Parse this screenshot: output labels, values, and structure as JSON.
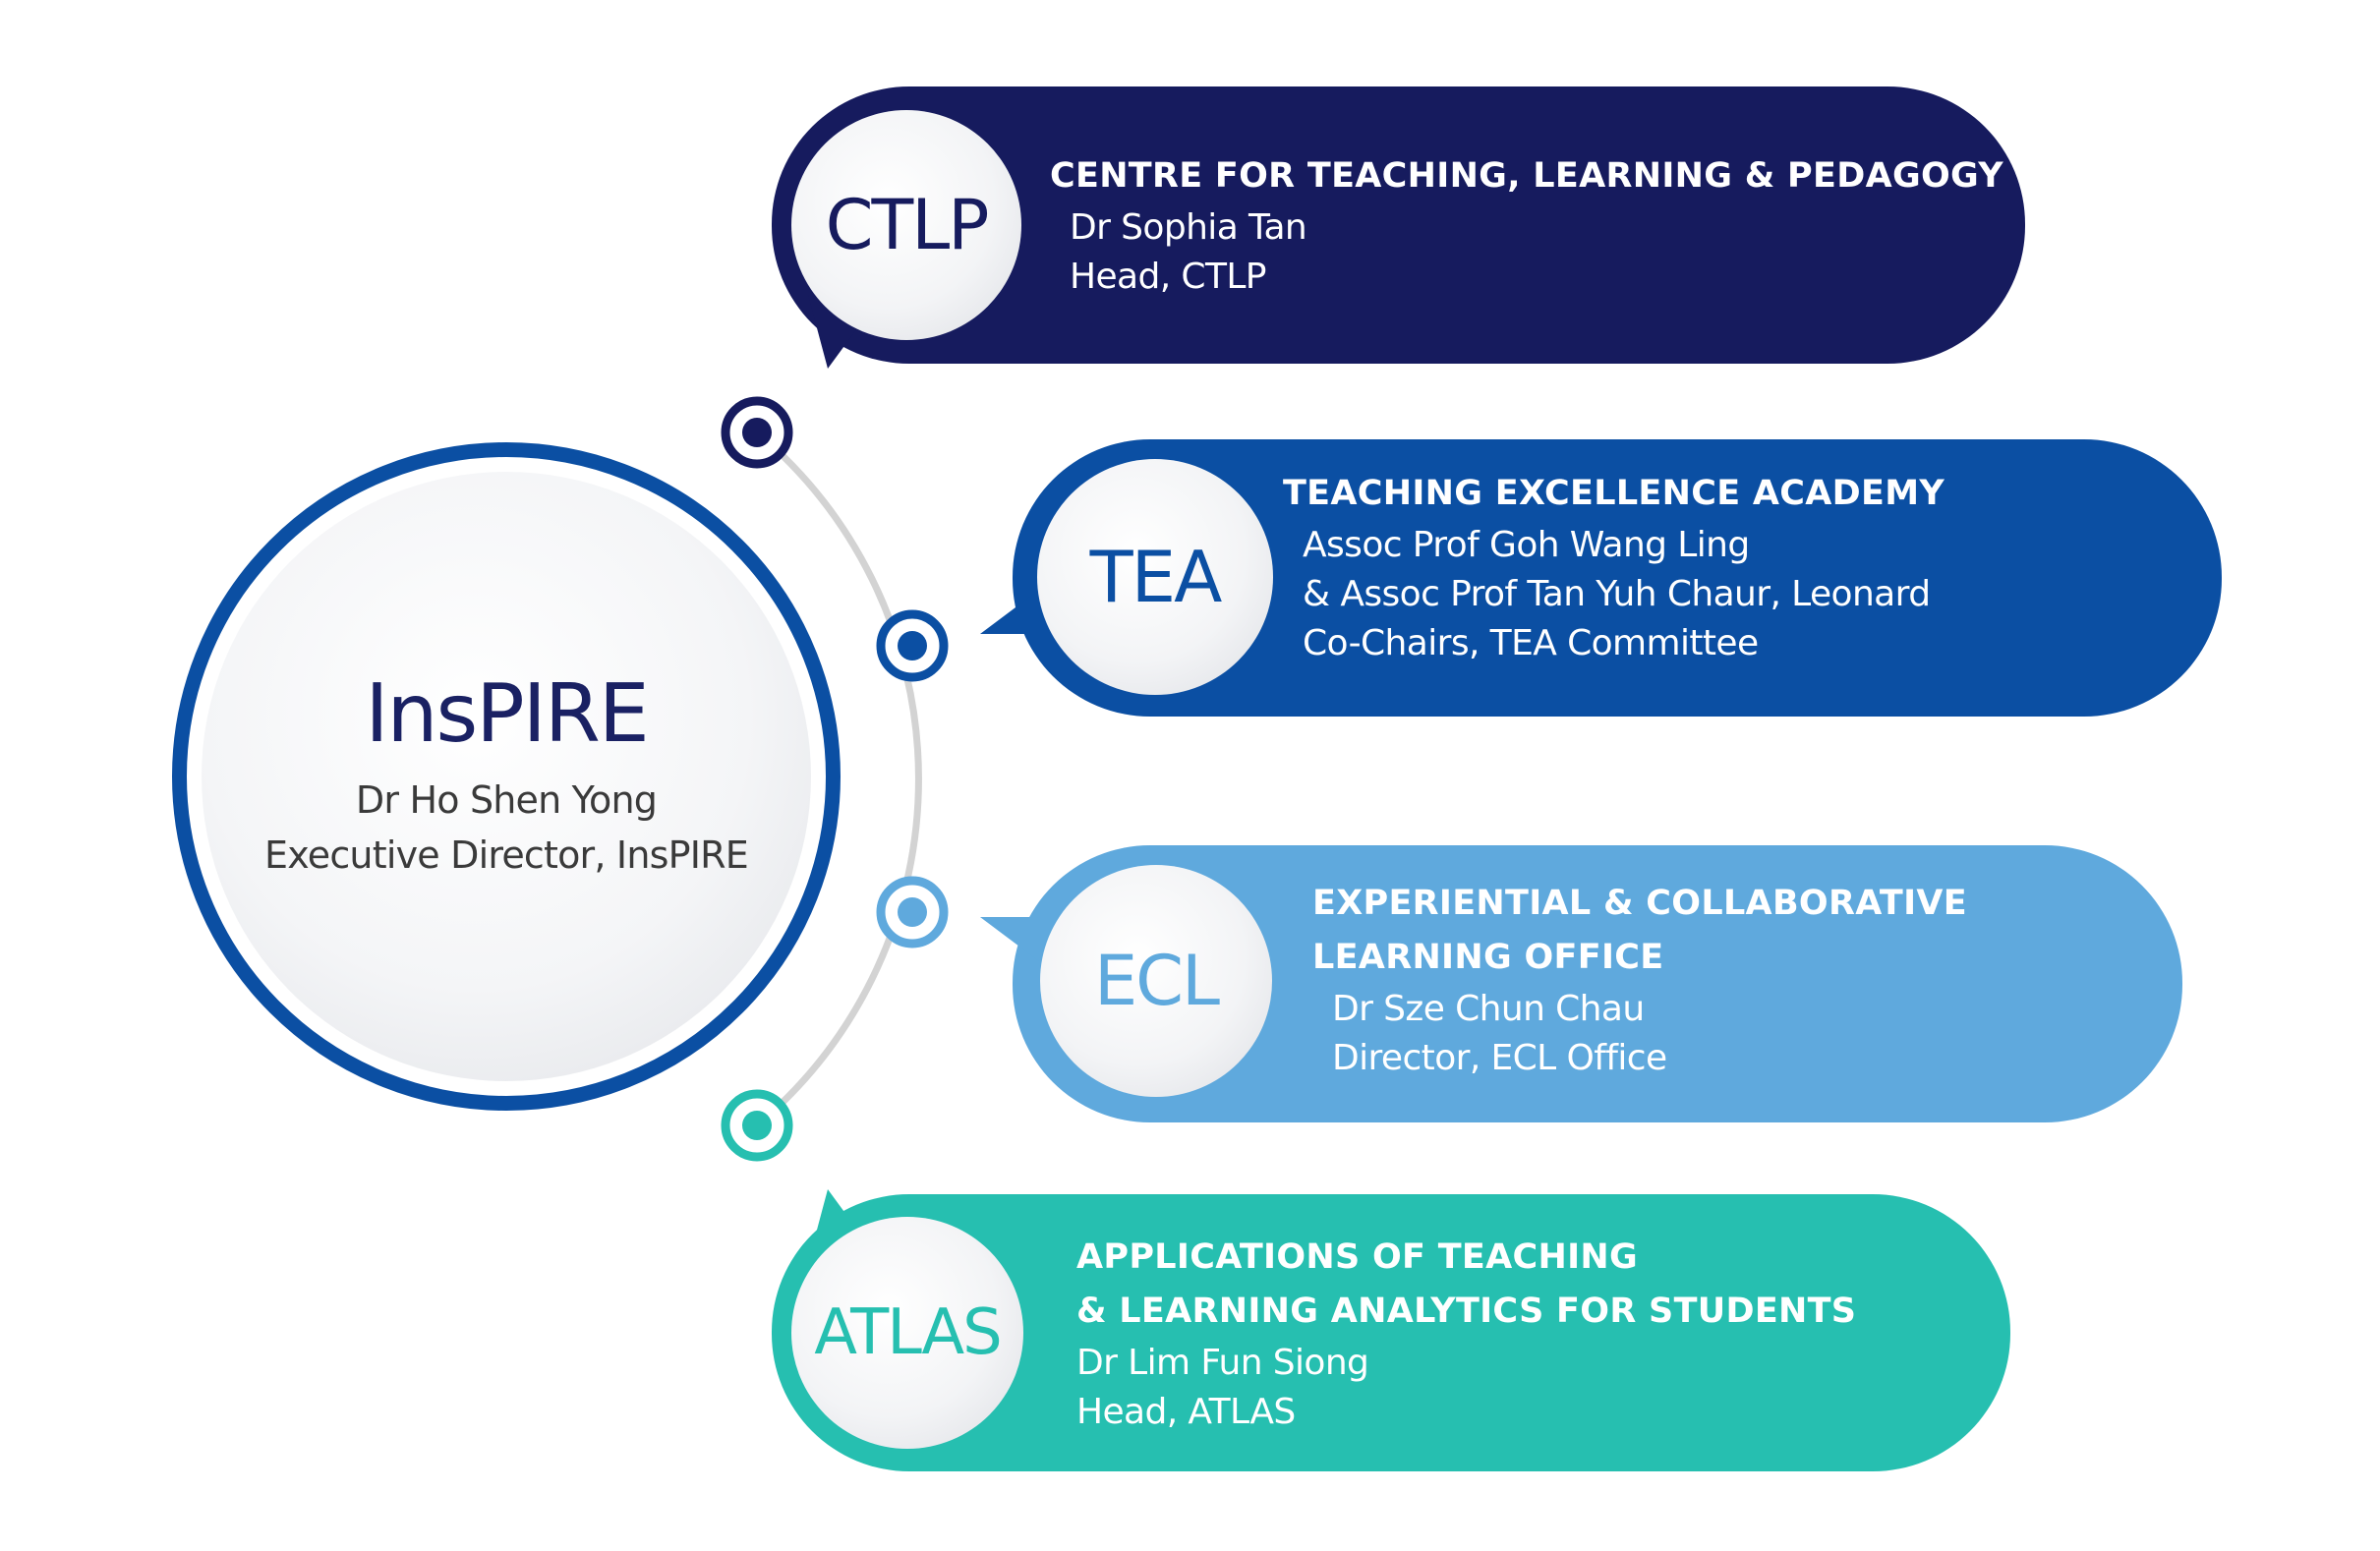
{
  "central": {
    "name": "InsPIRE",
    "person": "Dr Ho Shen Yong",
    "role": "Executive Director, InsPIRE"
  },
  "units": [
    {
      "abbr": "CTLP",
      "title_lines": [
        "CENTRE FOR TEACHING, LEARNING & PEDAGOGY"
      ],
      "detail_lines": [
        "Dr Sophia Tan",
        "Head, CTLP"
      ],
      "color": "#161b5e"
    },
    {
      "abbr": "TEA",
      "title_lines": [
        "TEACHING EXCELLENCE ACADEMY"
      ],
      "detail_lines": [
        "Assoc Prof Goh Wang Ling",
        "& Assoc Prof Tan Yuh Chaur, Leonard",
        "Co-Chairs, TEA Committee"
      ],
      "color": "#0b4fa3"
    },
    {
      "abbr": "ECL",
      "title_lines": [
        "EXPERIENTIAL & COLLABORATIVE",
        "LEARNING OFFICE"
      ],
      "detail_lines": [
        "Dr Sze Chun Chau",
        "Director, ECL Office"
      ],
      "color": "#5fa9dd"
    },
    {
      "abbr": "ATLAS",
      "title_lines": [
        "APPLICATIONS OF TEACHING",
        "& LEARNING ANALYTICS FOR STUDENTS"
      ],
      "detail_lines": [
        "Dr Lim Fun Siong",
        "Head, ATLAS"
      ],
      "color": "#26bfb0"
    }
  ],
  "colors": {
    "main_ring": "#0b4fa3",
    "connector_arc": "#d3d3d3",
    "background": "#ffffff"
  }
}
